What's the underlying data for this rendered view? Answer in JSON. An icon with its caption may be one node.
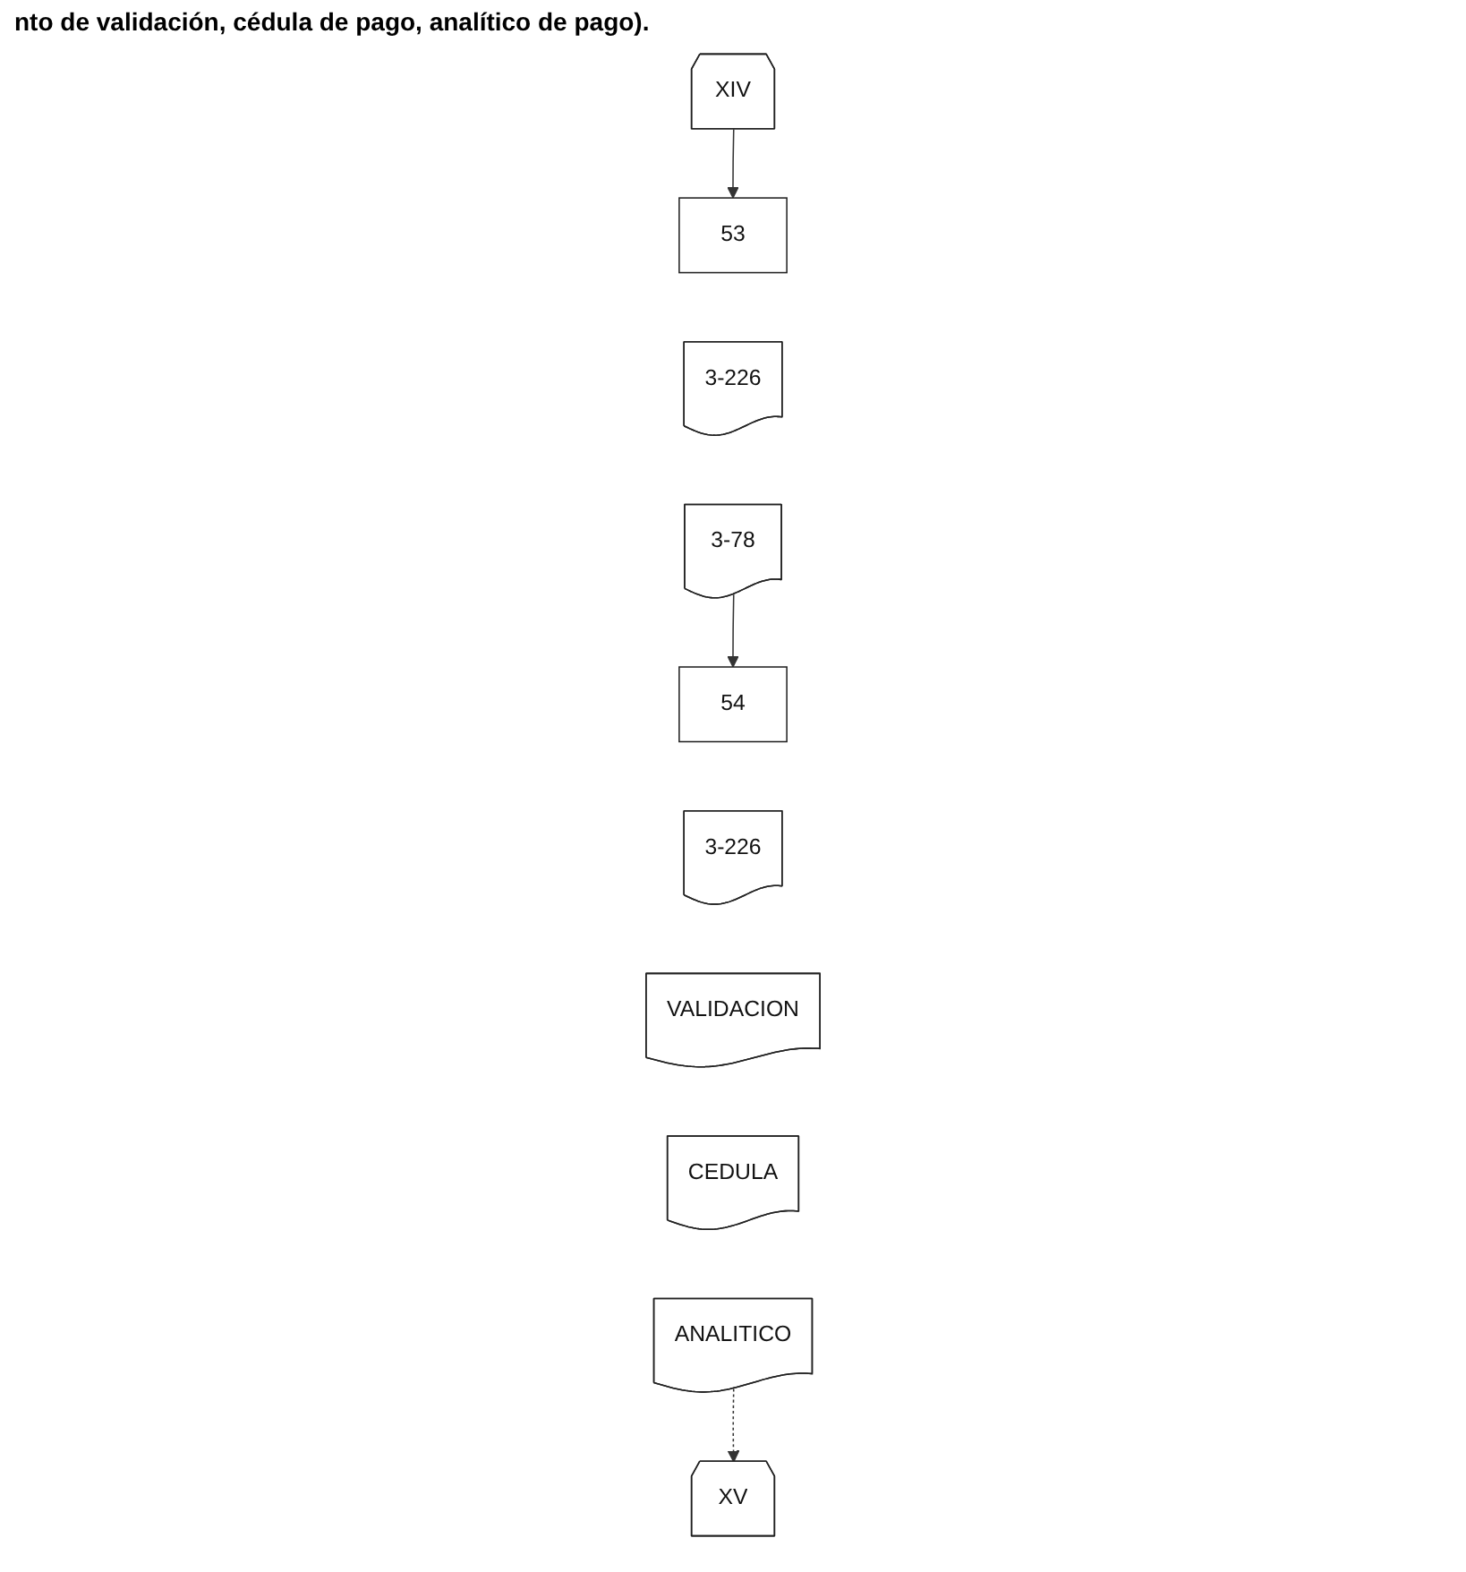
{
  "diagram": {
    "nodes": [
      {
        "text": [
          "XIV"
        ]
      },
      {
        "text": [
          "53"
        ]
      },
      {
        "text": [
          "3-226"
        ]
      },
      {
        "text": [
          "3-78"
        ]
      },
      {
        "text": [
          "54"
        ]
      },
      {
        "text": [
          "3-226"
        ]
      },
      {
        "text": [
          "VALIDACION"
        ]
      },
      {
        "text": [
          "CEDULA"
        ]
      },
      {
        "text": [
          "ANALITICO"
        ]
      },
      {
        "text": [
          "XV"
        ]
      }
    ],
    "edges": [
      {
        "from": 0,
        "to": 1,
        "arrow": "to"
      },
      {
        "from": 3,
        "to": 4,
        "arrow": "to"
      },
      {
        "from": 8,
        "to": 9,
        "arrow": "to",
        "style": "dashed"
      }
    ],
    "labels": [
      "nto de validación, cédula de pago, analítico de pago)."
    ]
  }
}
